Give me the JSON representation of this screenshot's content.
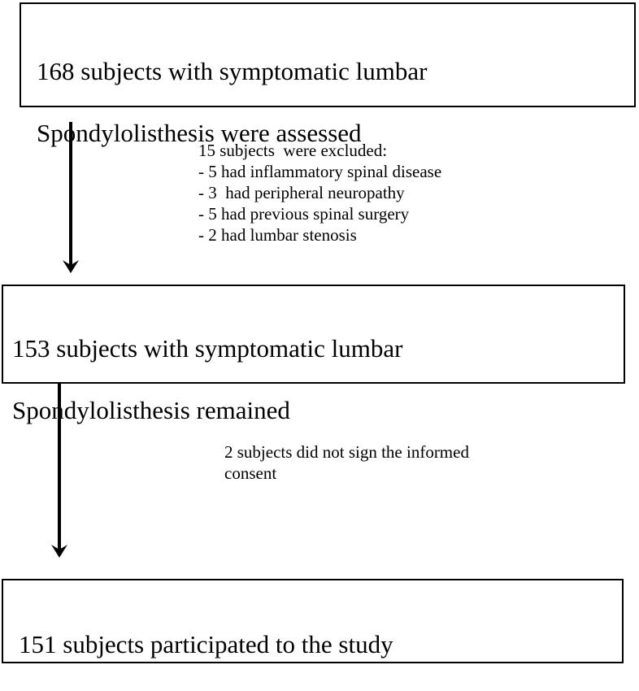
{
  "boxes": {
    "assessed": {
      "line1": "168 subjects with symptomatic lumbar",
      "line2": "Spondylolisthesis were assessed"
    },
    "remained": {
      "line1": "153 subjects with symptomatic lumbar",
      "line2": "Spondylolisthesis remained"
    },
    "participated": {
      "line1": "151 subjects participated to the study"
    }
  },
  "notes": {
    "excluded": {
      "heading": "15 subjects  were excluded:",
      "items": [
        "- 5 had inflammatory spinal disease",
        "- 3  had peripheral neuropathy",
        "- 5 had previous spinal surgery",
        "- 2 had lumbar stenosis"
      ]
    },
    "no_consent": {
      "line1": "2 subjects did not sign the informed",
      "line2": "consent"
    }
  }
}
